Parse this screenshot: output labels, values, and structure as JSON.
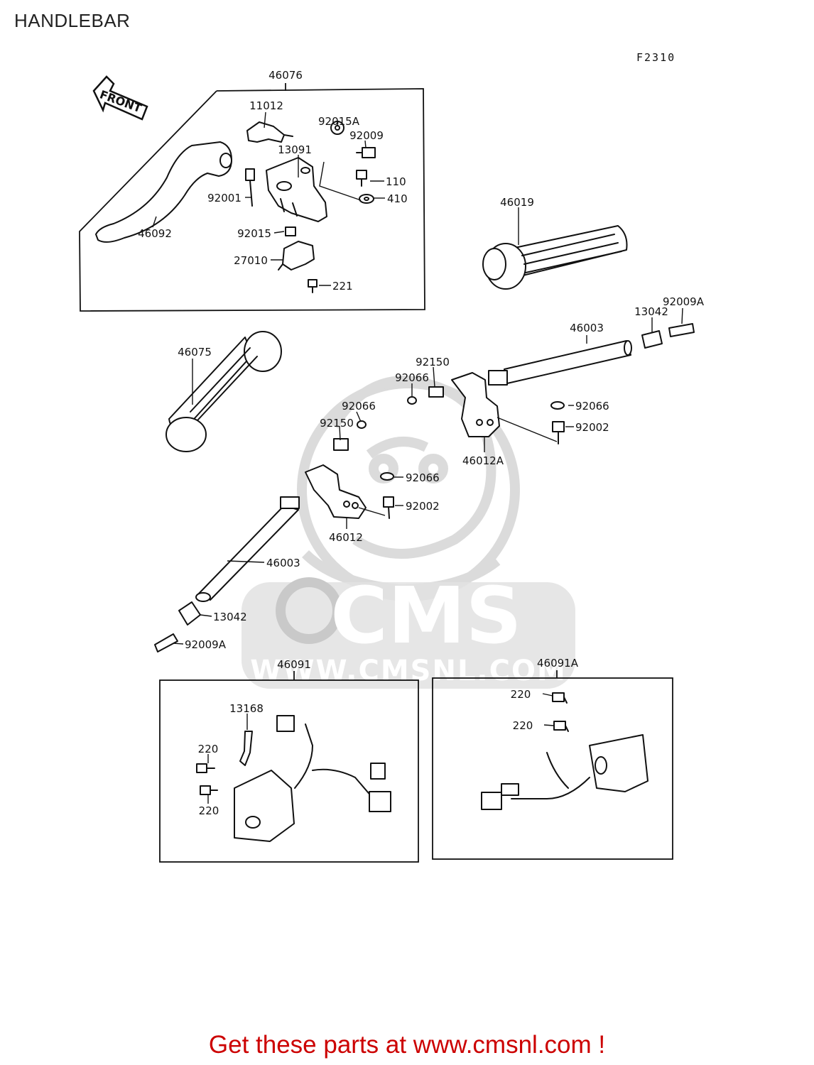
{
  "page": {
    "title": "HANDLEBAR",
    "figure_code": "F2310",
    "footer_text": "Get these parts at www.cmsnl.com !"
  },
  "watermark": {
    "brand": "CMS",
    "url": "WWW.CMSNL.COM"
  },
  "front_arrow": {
    "label": "FRONT"
  },
  "groups": {
    "lever_assembly": "46076",
    "switch_left": "46091",
    "switch_right": "46091A"
  },
  "labels": [
    "46076",
    "11012",
    "92015A",
    "92009",
    "13091",
    "110",
    "92001",
    "410",
    "46092",
    "92015",
    "27010",
    "221",
    "46019",
    "92009A",
    "13042",
    "46003",
    "92150",
    "92066",
    "46075",
    "92066",
    "92066",
    "92002",
    "92150",
    "46012A",
    "92066",
    "92002",
    "46012",
    "46003",
    "13042",
    "92009A",
    "46091",
    "46091A",
    "220",
    "220",
    "13168",
    "220",
    "220"
  ],
  "colors": {
    "ink": "#111111",
    "watermark": "#d4d4d4",
    "footer": "#cc0000"
  }
}
